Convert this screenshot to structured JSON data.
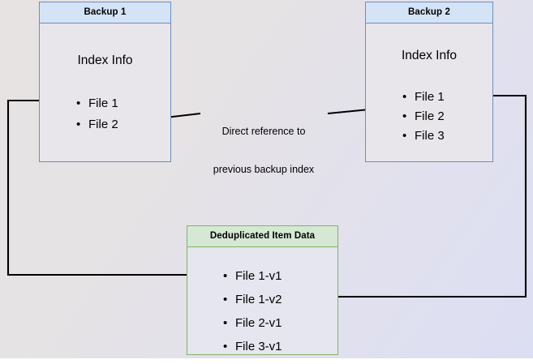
{
  "diagram": {
    "type": "backup-deduplication-diagram",
    "background": {
      "gradient_from": "#e7e3e3",
      "gradient_to": "#dcdef3"
    },
    "palette": {
      "blue_border": "#6c8ebf",
      "blue_header": "#d5e3f7",
      "green_border": "#82b366",
      "green_header": "#d5e8d4",
      "body_fill": "#e6e4e9",
      "edge": "#000000"
    },
    "nodes": {
      "backup1": {
        "title": "Backup 1",
        "section_label": "Index Info",
        "items": [
          "File 1",
          "File 2"
        ]
      },
      "backup2": {
        "title": "Backup 2",
        "section_label": "Index Info",
        "items": [
          "File 1",
          "File 2",
          "File 3"
        ]
      },
      "deduplicated": {
        "title": "Deduplicated Item Data",
        "items": [
          "File 1-v1",
          "File 1-v2",
          "File 2-v1",
          "File 3-v1"
        ]
      }
    },
    "edges": [
      {
        "id": "backup2-to-backup1",
        "label_line1": "Direct reference to",
        "label_line2": "previous backup index",
        "from": "backup2.items.File 2",
        "to": "backup1.items.File 2",
        "arrow": "end"
      },
      {
        "id": "backup1-to-dedup",
        "label_line1": "",
        "label_line2": "",
        "from": "backup1.items.File 1",
        "to": "deduplicated.items.File 1-v1",
        "arrow": "end"
      },
      {
        "id": "backup2-to-dedup",
        "label_line1": "",
        "label_line2": "",
        "from": "backup2.items.File 1",
        "to": "deduplicated.items.File 1-v2",
        "arrow": "end"
      }
    ]
  }
}
